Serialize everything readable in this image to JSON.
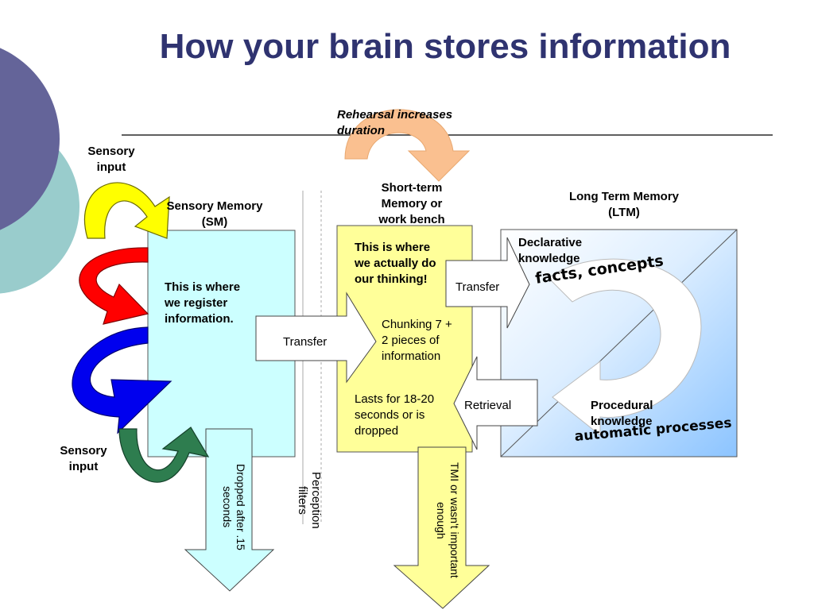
{
  "title": "How your brain stores information",
  "rehearsal": "Rehearsal increases duration",
  "sensory_input_top": "Sensory input",
  "sensory_input_bottom": "Sensory input",
  "sensory_memory": {
    "heading": "Sensory Memory (SM)",
    "body": "This is where we register information."
  },
  "short_term_memory": {
    "heading": "Short-term Memory or work bench",
    "body": "This is where we actually do our thinking!",
    "chunking": "Chunking 7 + 2 pieces of information",
    "duration": "Lasts for 18-20 seconds or is dropped"
  },
  "long_term_memory": {
    "heading": "Long Term Memory (LTM)",
    "declarative": "Declarative knowledge",
    "declarative_art": "facts, concepts",
    "procedural": "Procedural knowledge",
    "procedural_art": "automatic processes"
  },
  "arrows": {
    "transfer_sm_stm": "Transfer",
    "transfer_stm_ltm": "Transfer",
    "retrieval": "Retrieval",
    "dropped": "Dropped after .15 seconds",
    "tmi": "TMI or wasn't important enough"
  },
  "perception_filters": "Perception filters",
  "colors": {
    "title": "#2f3370",
    "sm_fill": "#ccffff",
    "stm_fill": "#ffff99",
    "ltm_gradient_end": "#99ccff",
    "rehearsal_arrow": "#fac090",
    "circle_purple": "#646499",
    "circle_teal": "#99cccc"
  }
}
